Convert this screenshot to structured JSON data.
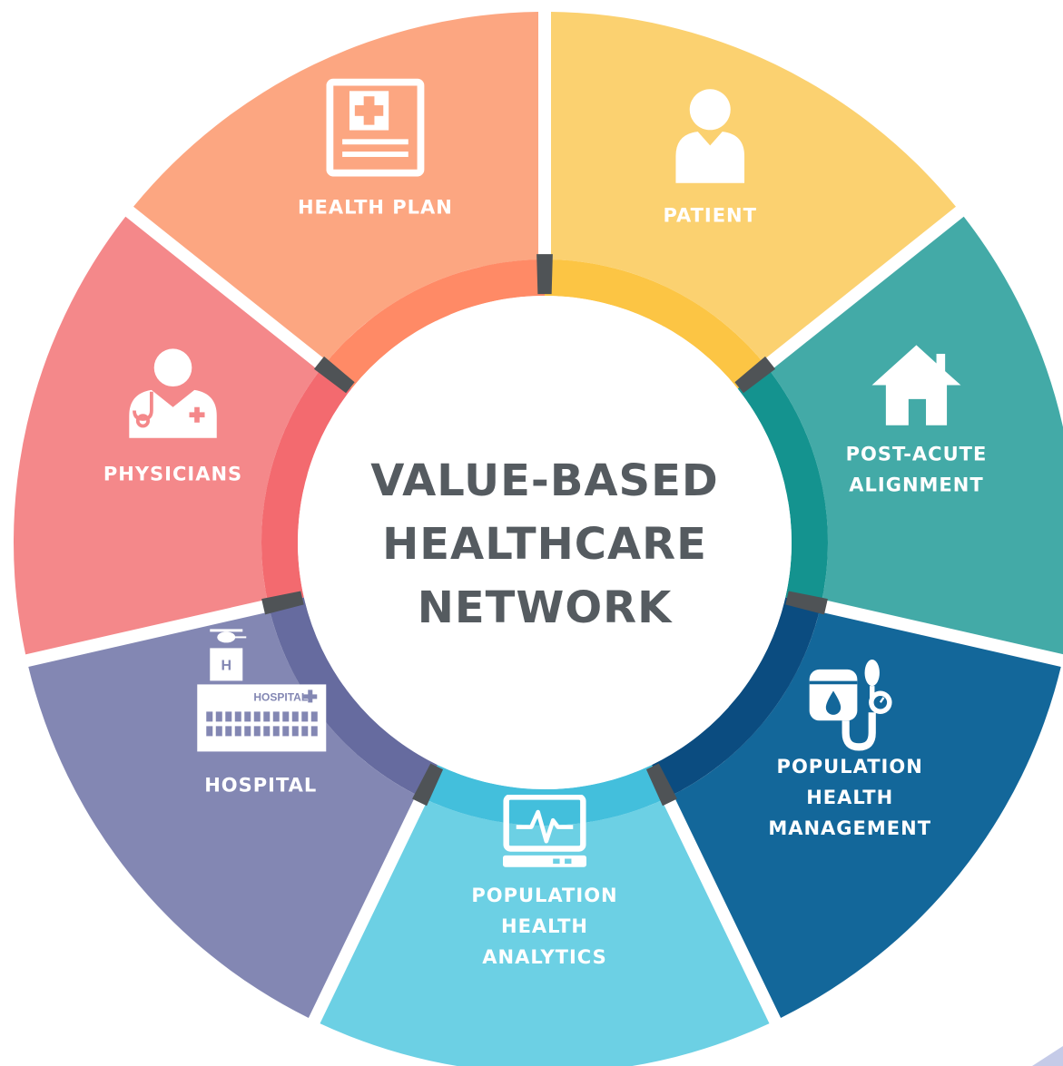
{
  "center": {
    "lines": [
      "VALUE-BASED",
      "HEALTHCARE",
      "NETWORK"
    ]
  },
  "segments": [
    {
      "id": "patient",
      "label_lines": [
        "PATIENT"
      ],
      "icon": "person-icon",
      "color": "#fbd170",
      "inner_color": "#fcc544"
    },
    {
      "id": "post-acute-alignment",
      "label_lines": [
        "POST-ACUTE",
        "ALIGNMENT"
      ],
      "icon": "house-icon",
      "color": "#43aaa7",
      "inner_color": "#14938f"
    },
    {
      "id": "population-health-management",
      "label_lines": [
        "POPULATION",
        "HEALTH",
        "MANAGEMENT"
      ],
      "icon": "blood-pressure-monitor-icon",
      "color": "#13679a",
      "inner_color": "#0b4c80"
    },
    {
      "id": "population-health-analytics",
      "label_lines": [
        "POPULATION",
        "HEALTH",
        "ANALYTICS"
      ],
      "icon": "heart-monitor-icon",
      "color": "#6cd0e4",
      "inner_color": "#43bfdc"
    },
    {
      "id": "hospital",
      "label_lines": [
        "HOSPITAL"
      ],
      "icon": "hospital-building-icon",
      "color": "#8387b3",
      "inner_color": "#666b9f",
      "sign_text": "HOSPITAL",
      "helipad_text": "H"
    },
    {
      "id": "physicians",
      "label_lines": [
        "PHYSICIANS"
      ],
      "icon": "doctor-icon",
      "color": "#f4888a",
      "inner_color": "#f36a6f"
    },
    {
      "id": "health-plan",
      "label_lines": [
        "HEALTH PLAN"
      ],
      "icon": "medical-card-icon",
      "color": "#fca681",
      "inner_color": "#ff8a66"
    }
  ],
  "colors": {
    "connector": "#4f5356",
    "center_fill": "#ffffff",
    "center_text": "#555b60"
  }
}
